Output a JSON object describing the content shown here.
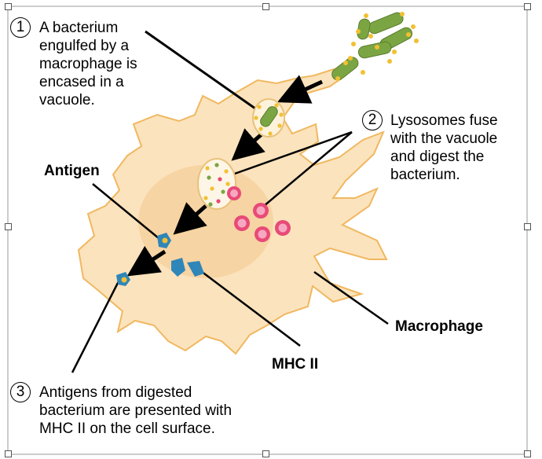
{
  "steps": [
    {
      "number": "1",
      "lines": [
        "A bacterium",
        "engulfed by a",
        "macrophage is",
        "encased in a",
        "vacuole."
      ]
    },
    {
      "number": "2",
      "lines": [
        "Lysosomes fuse",
        "with the vacuole",
        "and digest the",
        "bacterium."
      ]
    },
    {
      "number": "3",
      "lines": [
        "Antigens from digested",
        "bacterium are presented with",
        "MHC II on the cell surface."
      ]
    }
  ],
  "labels": {
    "antigen": "Antigen",
    "mhc": "MHC II",
    "macrophage": "Macrophage"
  },
  "colors": {
    "cell_outer": "#fbe3bd",
    "cell_outline": "#f0b860",
    "cell_inner": "#f6cf9c",
    "bacterium": "#7ba542",
    "bacterium_dots": "#f2c032",
    "lysosome": "#e84a78",
    "mhc": "#2f86b8"
  }
}
